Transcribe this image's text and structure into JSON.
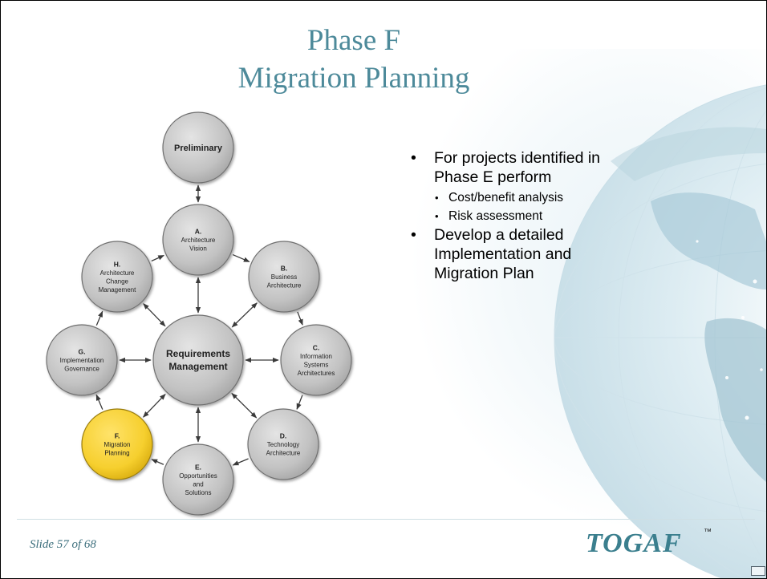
{
  "title": {
    "line1": "Phase F",
    "line2": "Migration Planning"
  },
  "bullets": [
    {
      "text": "For projects identified in Phase E perform",
      "level": 1,
      "lines": [
        "For projects identified in",
        "Phase E perform"
      ]
    },
    {
      "text": "Cost/benefit analysis",
      "level": 2
    },
    {
      "text": "Risk assessment",
      "level": 2
    },
    {
      "text": "Develop a detailed Implementation and Migration Plan",
      "level": 1,
      "lines": [
        "Develop a detailed",
        "Implementation and",
        "Migration Plan"
      ]
    }
  ],
  "diagram": {
    "center": {
      "lines": [
        "Requirements",
        "Management"
      ]
    },
    "preliminary": {
      "label": "Preliminary"
    },
    "phases": [
      {
        "id": "A",
        "letter": "A.",
        "lines": [
          "Architecture",
          "Vision"
        ],
        "highlighted": false
      },
      {
        "id": "B",
        "letter": "B.",
        "lines": [
          "Business",
          "Architecture"
        ],
        "highlighted": false
      },
      {
        "id": "C",
        "letter": "C.",
        "lines": [
          "Information",
          "Systems",
          "Architectures"
        ],
        "highlighted": false
      },
      {
        "id": "D",
        "letter": "D.",
        "lines": [
          "Technology",
          "Architecture"
        ],
        "highlighted": false
      },
      {
        "id": "E",
        "letter": "E.",
        "lines": [
          "Opportunities",
          "and",
          "Solutions"
        ],
        "highlighted": false
      },
      {
        "id": "F",
        "letter": "F.",
        "lines": [
          "Migration",
          "Planning"
        ],
        "highlighted": true
      },
      {
        "id": "G",
        "letter": "G.",
        "lines": [
          "Implementation",
          "Governance"
        ],
        "highlighted": false
      },
      {
        "id": "H",
        "letter": "H.",
        "lines": [
          "Architecture",
          "Change",
          "Management"
        ],
        "highlighted": false
      }
    ],
    "colors": {
      "circle": "#bebebe",
      "circle_edge": "#6f6f6f",
      "highlight": "#f6cf2e",
      "highlight_edge": "#9a7d10",
      "arrow": "#3a3a3a"
    }
  },
  "footer": {
    "slide_label": "Slide 57  of 68",
    "logo": "TOGAF",
    "trademark": "™"
  },
  "colors": {
    "title": "#4d8a9a",
    "logo": "#3b7f8e",
    "footer_text": "#3d6f7d"
  }
}
